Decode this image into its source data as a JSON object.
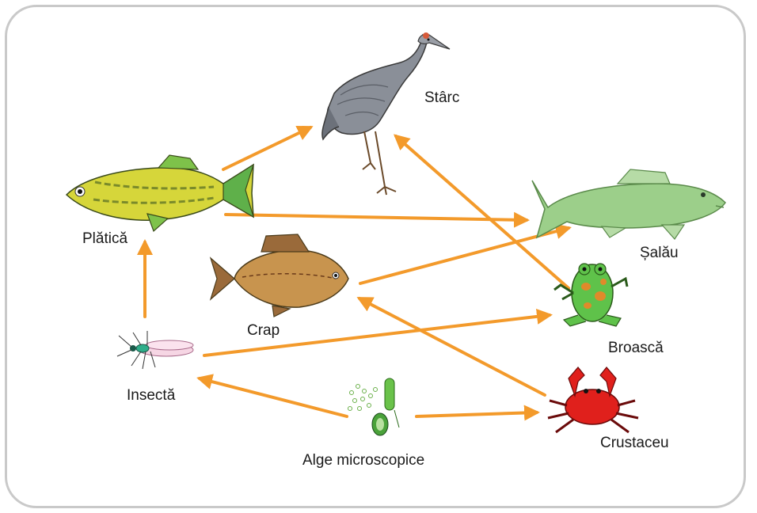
{
  "diagram": {
    "nodes": {
      "starc": {
        "label": "Stârc",
        "icon": "heron-icon"
      },
      "platica": {
        "label": "Plătică",
        "icon": "bream-fish-icon"
      },
      "salau": {
        "label": "Șalău",
        "icon": "zander-fish-icon"
      },
      "crap": {
        "label": "Crap",
        "icon": "carp-fish-icon"
      },
      "broasca": {
        "label": "Broască",
        "icon": "frog-icon"
      },
      "insecta": {
        "label": "Insectă",
        "icon": "insect-icon"
      },
      "crustaceu": {
        "label": "Crustaceu",
        "icon": "crab-icon"
      },
      "alge": {
        "label": "Alge microscopice",
        "icon": "algae-icon"
      }
    },
    "edges": [
      {
        "from": "platica",
        "to": "starc"
      },
      {
        "from": "platica",
        "to": "salau"
      },
      {
        "from": "crap",
        "to": "salau"
      },
      {
        "from": "broasca",
        "to": "starc"
      },
      {
        "from": "insecta",
        "to": "platica"
      },
      {
        "from": "insecta",
        "to": "broasca"
      },
      {
        "from": "crustaceu",
        "to": "crap"
      },
      {
        "from": "alge",
        "to": "insecta"
      },
      {
        "from": "alge",
        "to": "crustaceu"
      }
    ],
    "colors": {
      "arrow": "#f39a2b",
      "frame": "#c9c9c9"
    }
  }
}
